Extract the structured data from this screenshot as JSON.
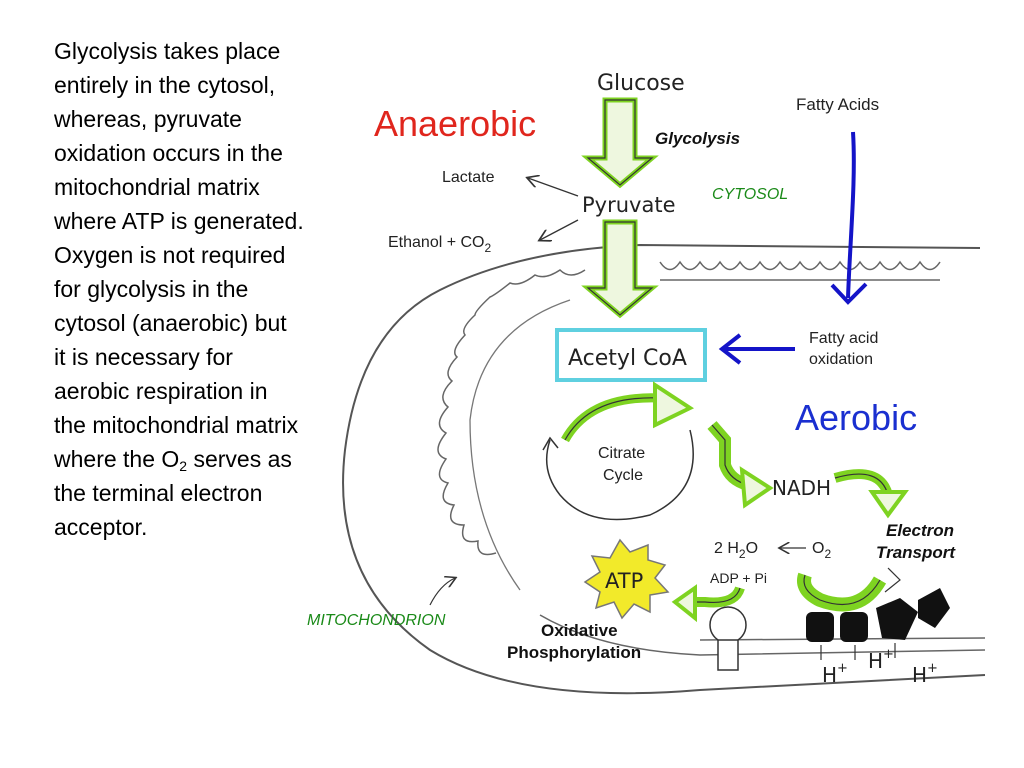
{
  "text_block": {
    "part1": "Glycolysis takes place entirely in the cytosol, whereas, pyruvate oxidation occurs in the mitochondrial matrix where ATP is generated. Oxygen is not required for glycolysis in the cytosol (anaerobic) but it is necessary for aerobic respiration in the mitochondrial matrix where the O",
    "sub": "2",
    "part2": " serves as the terminal electron acceptor."
  },
  "diagram": {
    "glucose": "Glucose",
    "anaerobic": "Anaerobic",
    "glycolysis": "Glycolysis",
    "fatty_acids": "Fatty Acids",
    "lactate": "Lactate",
    "pyruvate": "Pyruvate",
    "cytosol": "CYTOSOL",
    "ethanol": "Ethanol + CO",
    "ethanol_sub": "2",
    "acetyl_coa": "Acetyl CoA",
    "fatty_acid_oxidation_1": "Fatty acid",
    "fatty_acid_oxidation_2": "oxidation",
    "aerobic": "Aerobic",
    "citrate_1": "Citrate",
    "citrate_2": "Cycle",
    "nadh": "NADH",
    "electron_transport_1": "Electron",
    "electron_transport_2": "Transport",
    "water": "2 H",
    "water_sub": "2",
    "water_o": "O",
    "oxygen": "O",
    "oxygen_sub": "2",
    "atp": "ATP",
    "adp": "ADP +  Pi",
    "mitochondrion": "MITOCHONDRION",
    "ox_phos_1": "Oxidative",
    "ox_phos_2": "Phosphorylation",
    "hplus_1": "H",
    "hplus_2": "H",
    "hplus_3": "H",
    "plus": "+",
    "colors": {
      "anaerobic": "#e0261d",
      "aerobic": "#1a2fd0",
      "cytosol": "#1a8a18",
      "mitochondrion": "#1a8a18",
      "arrow_green": "#7ed321",
      "arrow_blue": "#1414c8",
      "acetyl_box": "#5fd0e0",
      "atp_burst": "#f2ea2a"
    }
  }
}
